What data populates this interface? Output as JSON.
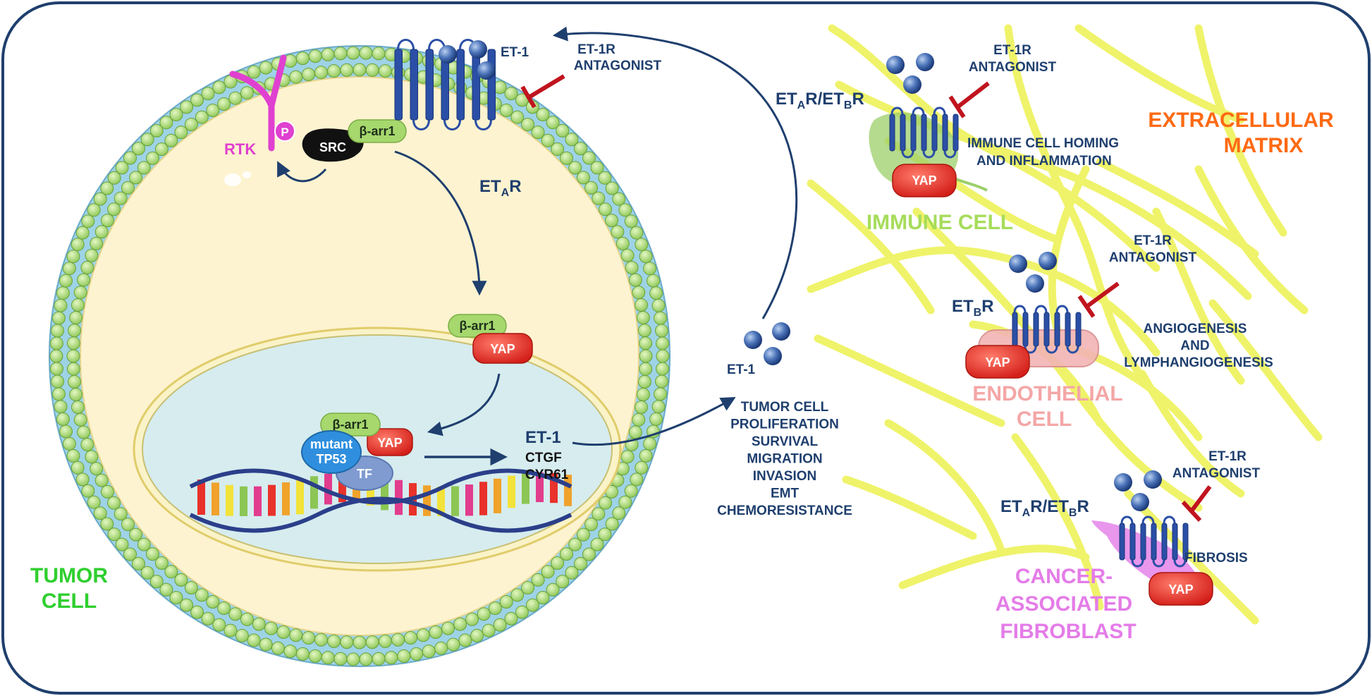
{
  "tumor_cell": {
    "title_line1": "TUMOR",
    "title_line2": "CELL",
    "rtk": "RTK",
    "p": "P",
    "src": "SRC",
    "barr1_membrane": "β-arr1",
    "barr1_cytoplasm": "β-arr1",
    "yap_cytoplasm": "YAP",
    "eta_r": "ETAR",
    "et1_top": "ET-1",
    "antagonist_top_line1": "ET-1R",
    "antagonist_top_line2": "ANTAGONIST",
    "nucleus": {
      "barr1": "β-arr1",
      "yap": "YAP",
      "mutant": "mutant",
      "tp53": "TP53",
      "tf": "TF",
      "et1": "ET-1",
      "ctgf": "CTGF",
      "cyr61": "CYR61"
    }
  },
  "secreted": {
    "et1": "ET-1",
    "effects": [
      "TUMOR CELL",
      "PROLIFERATION",
      "SURVIVAL",
      "MIGRATION",
      "INVASION",
      "EMT",
      "CHEMORESISTANCE"
    ]
  },
  "ecm": {
    "title_line1": "EXTRACELLULAR",
    "title_line2": "MATRIX"
  },
  "immune_cell": {
    "title": "IMMUNE CELL",
    "receptor": "ETAR/ETBR",
    "antagonist_line1": "ET-1R",
    "antagonist_line2": "ANTAGONIST",
    "effect_line1": "IMMUNE CELL HOMING",
    "effect_line2": "AND INFLAMMATION",
    "yap": "YAP"
  },
  "endothelial_cell": {
    "title_line1": "ENDOTHELIAL",
    "title_line2": "CELL",
    "receptor": "ETBR",
    "antagonist_line1": "ET-1R",
    "antagonist_line2": "ANTAGONIST",
    "effect_line1": "ANGIOGENESIS",
    "effect_line2": "AND",
    "effect_line3": "LYMPHANGIOGENESIS",
    "yap": "YAP"
  },
  "caf": {
    "title_line1": "CANCER-",
    "title_line2": "ASSOCIATED",
    "title_line3": "FIBROBLAST",
    "receptor": "ETAR/ETBR",
    "antagonist_line1": "ET-1R",
    "antagonist_line2": "ANTAGONIST",
    "effect": "FIBROSIS",
    "yap": "YAP"
  },
  "colors": {
    "frame": "#1f3f6e",
    "membrane_head": "#a8dc6c",
    "membrane_tail": "#9ed3e6",
    "cytoplasm": "#fdf3d0",
    "nucleus": "#d6ecee",
    "yap": "#e8322b",
    "barr1": "#a6d86e",
    "ecm_fiber": "#eef25a",
    "inhibitor": "#c0141e",
    "receptor": "#2b4fa6"
  }
}
